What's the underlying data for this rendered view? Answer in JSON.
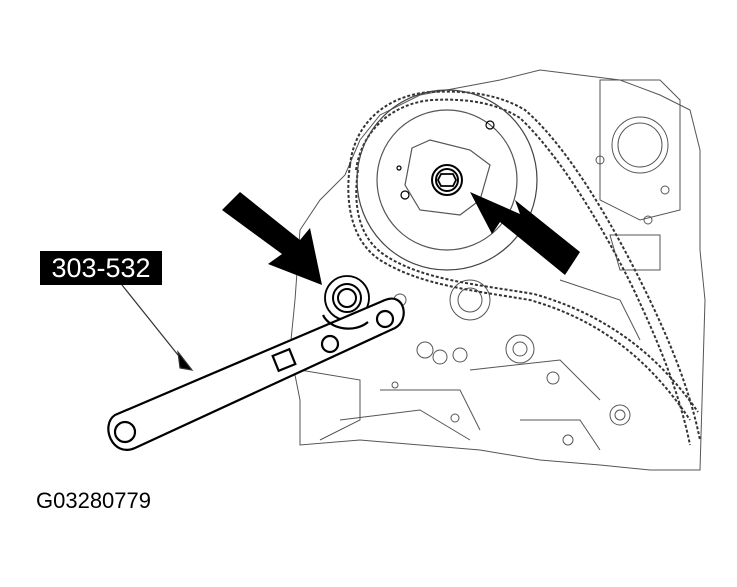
{
  "figure": {
    "tool_callout": "303-532",
    "figure_id": "G03280779",
    "description": "Engine timing chain with camshaft sprocket; special tool 303-532 wrench holding tensioner arm bolt; two black arrows indicate bolts",
    "colors": {
      "ink": "#000000",
      "background": "#ffffff"
    }
  }
}
